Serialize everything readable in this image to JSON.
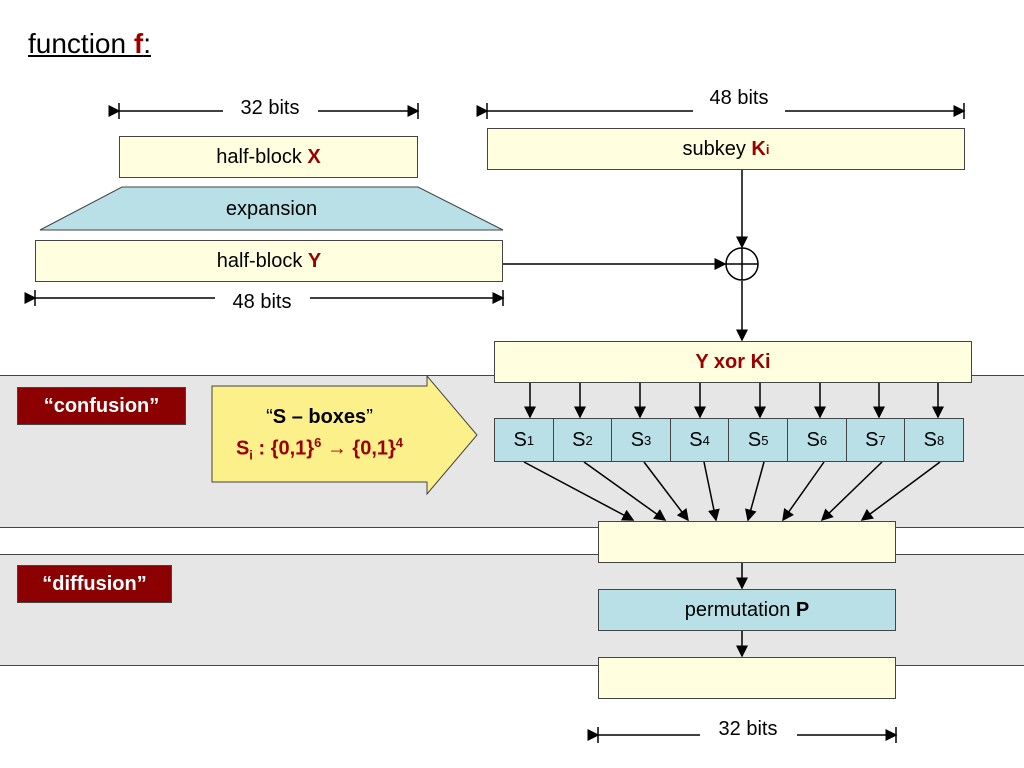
{
  "title": {
    "prefix": "function ",
    "f": "f",
    "suffix": ":"
  },
  "dims": {
    "x_top": "32 bits",
    "k_top": "48 bits",
    "y_bottom": "48 bits",
    "out_bottom": "32 bits"
  },
  "blocks": {
    "halfx_prefix": "half-block ",
    "halfx_var": "X",
    "expansion": "expansion",
    "halfy_prefix": "half-block ",
    "halfy_var": "Y",
    "subkey_prefix": "subkey ",
    "subkey_var": "K",
    "subkey_sub": "i",
    "xor_result": "Y xor Ki",
    "perm_prefix": "permutation ",
    "perm_var": "P"
  },
  "labels": {
    "confusion": "“confusion”",
    "diffusion": "“diffusion”"
  },
  "sbox_note": {
    "q_open": "“",
    "heading": "S – boxes",
    "q_close": "”",
    "sym": "S",
    "sym_sub": "i",
    "mid": " : {0,1}",
    "exp1": "6",
    "arrow": " → {0,1}",
    "exp2": "4"
  },
  "sboxes": [
    {
      "s": "S",
      "n": "1"
    },
    {
      "s": "S",
      "n": "2"
    },
    {
      "s": "S",
      "n": "3"
    },
    {
      "s": "S",
      "n": "4"
    },
    {
      "s": "S",
      "n": "5"
    },
    {
      "s": "S",
      "n": "6"
    },
    {
      "s": "S",
      "n": "7"
    },
    {
      "s": "S",
      "n": "8"
    }
  ],
  "colors": {
    "cream": "#ffffe0",
    "light_blue": "#b8e0e6",
    "band_gray": "#e6e6e6",
    "dark_red": "#8b0000",
    "arrow_yellow": "#fbf08a"
  }
}
